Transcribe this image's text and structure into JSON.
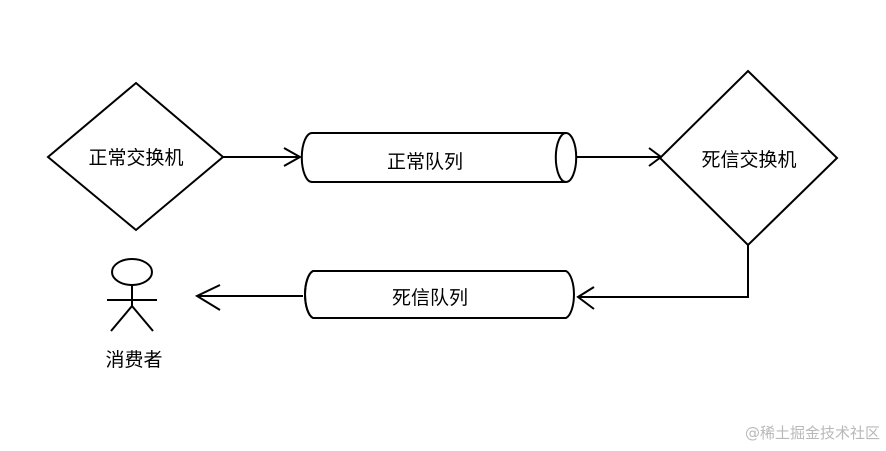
{
  "nodes": {
    "normal_exchange": "正常交换机",
    "normal_queue": "正常队列",
    "dead_letter_exchange": "死信交换机",
    "dead_letter_queue": "死信队列",
    "consumer": "消费者"
  },
  "watermark": "@稀土掘金技术社区",
  "colors": {
    "stroke": "#000000",
    "background": "#ffffff",
    "watermark": "#b9b9b9"
  }
}
